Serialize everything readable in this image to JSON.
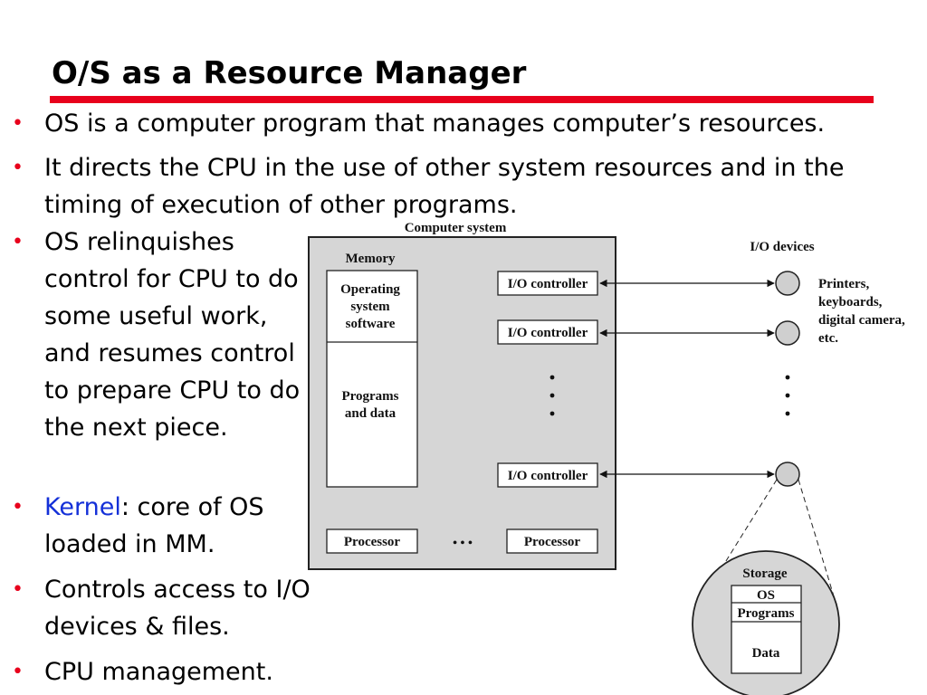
{
  "title": "O/S as a Resource Manager",
  "bullets": {
    "b1": "OS is a computer program that manages computer’s resources.",
    "b2": "It directs the CPU in the use of other system resources and in the timing of execution of other programs.",
    "b3": "OS relinquishes control for CPU to do some useful work, and resumes control to prepare CPU to do the next piece.",
    "b4_term": "Kernel",
    "b4_rest": ": core of OS loaded in MM.",
    "b5": "Controls access to I/O devices & files.",
    "b6": "CPU management."
  },
  "diagram": {
    "computer_system_label": "Computer system",
    "memory_label": "Memory",
    "os_software_lines": [
      "Operating",
      "system",
      "software"
    ],
    "programs_data_lines": [
      "Programs",
      "and data"
    ],
    "io_controller_label": "I/O controller",
    "processor_label": "Processor",
    "processor_ellipsis": "• • •",
    "io_devices_label": "I/O devices",
    "devices_desc_lines": [
      "Printers,",
      "keyboards,",
      "digital camera,",
      "etc."
    ],
    "storage_label": "Storage",
    "storage_os": "OS",
    "storage_programs": "Programs",
    "storage_data": "Data"
  },
  "colors": {
    "title_rule": "#e8001c",
    "bullet": "#e8001c",
    "kernel_term": "#1430d8",
    "system_box_fill": "#d6d6d6",
    "device_circle_fill": "#cfcfcf"
  }
}
